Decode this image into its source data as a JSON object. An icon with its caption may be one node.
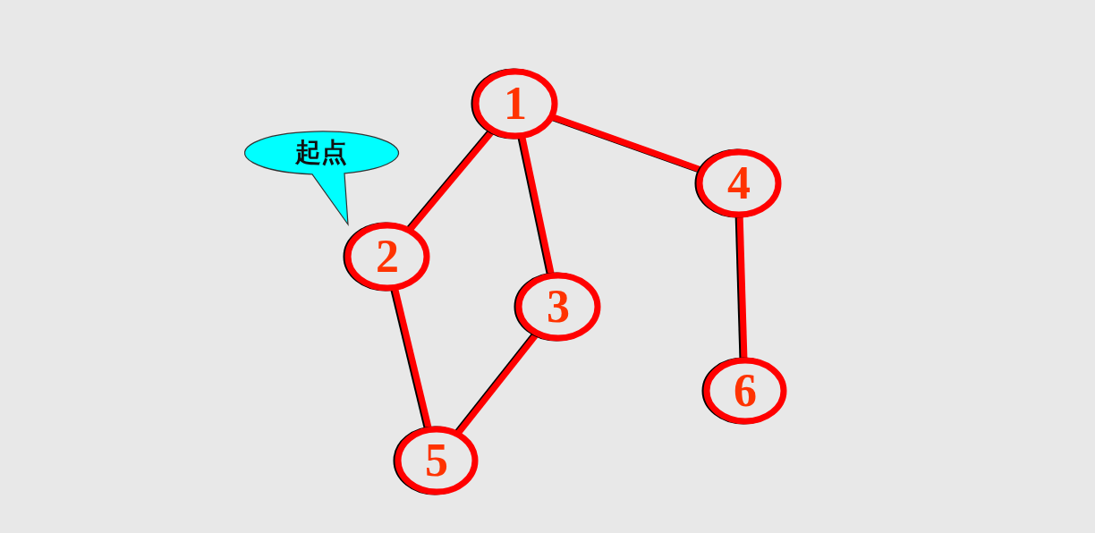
{
  "diagram": {
    "nodes": [
      {
        "text": [
          "1"
        ]
      },
      {
        "text": [
          "起点"
        ]
      },
      {
        "text": [
          "4"
        ]
      },
      {
        "text": [
          "2"
        ]
      },
      {
        "text": [
          "3"
        ]
      },
      {
        "text": [
          "6"
        ]
      },
      {
        "text": [
          "5"
        ]
      }
    ],
    "edges": [
      {
        "from": 0,
        "to": 3,
        "arrow": "none"
      },
      {
        "from": 0,
        "to": 4,
        "arrow": "none"
      },
      {
        "from": 0,
        "to": 2,
        "arrow": "none"
      },
      {
        "from": 3,
        "to": 6,
        "arrow": "none"
      },
      {
        "from": 4,
        "to": 6,
        "arrow": "none"
      },
      {
        "from": 2,
        "to": 5,
        "arrow": "none"
      }
    ]
  }
}
